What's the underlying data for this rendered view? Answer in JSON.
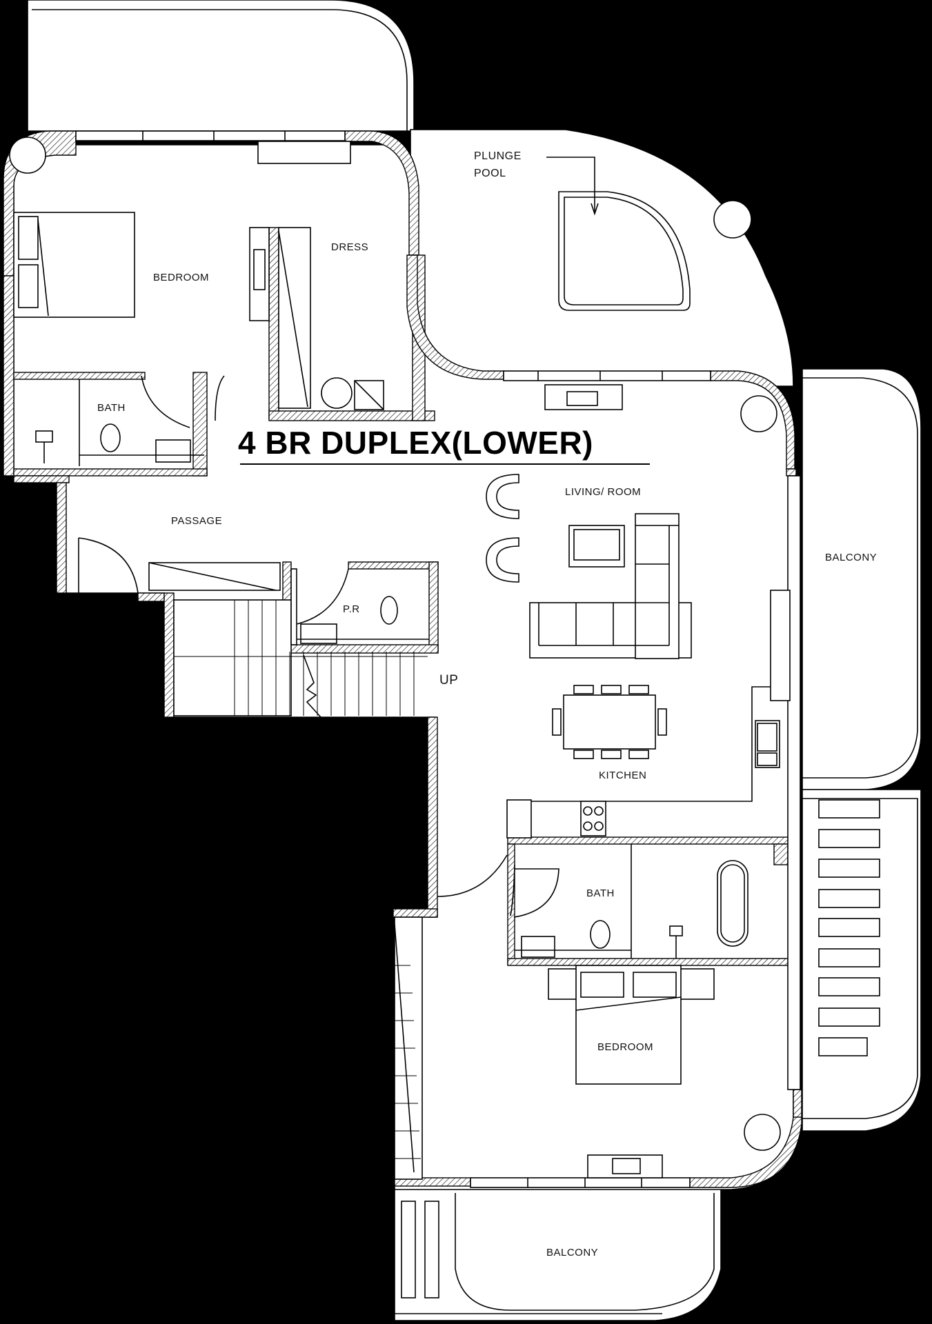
{
  "title": "4 BR DUPLEX(LOWER)",
  "rooms": {
    "bedroom_top": "BEDROOM",
    "dress": "DRESS",
    "plunge_pool_line1": "PLUNGE",
    "plunge_pool_line2": "POOL",
    "bath_top": "BATH",
    "passage": "PASSAGE",
    "powder_room": "P.R",
    "stair_up": "UP",
    "living_room": "LIVING/ ROOM",
    "balcony_right": "BALCONY",
    "kitchen": "KITCHEN",
    "bath_bottom": "BATH",
    "bedroom_bottom": "BEDROOM",
    "balcony_bottom": "BALCONY"
  },
  "colors": {
    "background": "#000000",
    "plan_fill": "#ffffff",
    "line": "#000000"
  }
}
